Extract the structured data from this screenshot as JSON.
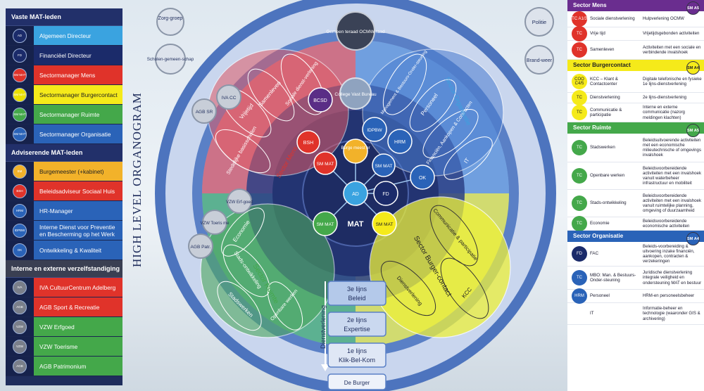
{
  "legend": {
    "sections": [
      {
        "title": "Vaste MAT-leden",
        "rows": [
          {
            "abbr": "AD",
            "label": "Algemeen Directeur",
            "color": "#3aa3e0",
            "ico": "#1b2b6a"
          },
          {
            "abbr": "FD",
            "label": "Financiëel Directeur",
            "color": "#1b2b6a",
            "ico": "#1b2b6a"
          },
          {
            "abbr": "SM MAT",
            "label": "Sectormanager Mens",
            "color": "#e0332a",
            "ico": "#e0332a"
          },
          {
            "abbr": "SM MAT",
            "label": "Sectormanager Burgercontact",
            "color": "#f5ea1a",
            "ico": "#e9e000"
          },
          {
            "abbr": "SM MAT",
            "label": "Sectormanager Ruimte",
            "color": "#44a84a",
            "ico": "#44a84a"
          },
          {
            "abbr": "SM MAT",
            "label": "Sectormanager Organisatie",
            "color": "#2a63b8",
            "ico": "#2a63b8"
          }
        ]
      },
      {
        "title": "Adviserende MAT-leden",
        "rows": [
          {
            "abbr": "BM",
            "label": "Burgemeester (+kabinet)",
            "color": "#f2b22a",
            "ico": "#f2b22a"
          },
          {
            "abbr": "BSH",
            "label": "Beleidsadviseur Sociaal Huis",
            "color": "#e0332a",
            "ico": "#e0332a"
          },
          {
            "abbr": "HRM",
            "label": "HR-Manager",
            "color": "#2a63b8",
            "ico": "#2a63b8"
          },
          {
            "abbr": "IDPBW",
            "label": "Interne Dienst voor Preventie en Bescherming op het Werk",
            "color": "#2a63b8",
            "ico": "#2a63b8"
          },
          {
            "abbr": "OK",
            "label": "Ontwikkeling & Kwaliteit",
            "color": "#2a63b8",
            "ico": "#2a63b8"
          }
        ]
      },
      {
        "title": "Interne en externe verzelfstandiging",
        "rows": [
          {
            "abbr": "IVA",
            "label": "IVA CultuurCentrum Adelberg",
            "color": "#e0332a",
            "ico": "#7a7f8a"
          },
          {
            "abbr": "AGB",
            "label": "AGB Sport & Recreatie",
            "color": "#e0332a",
            "ico": "#7a7f8a"
          },
          {
            "abbr": "VZW",
            "label": "VZW Erfgoed",
            "color": "#44a84a",
            "ico": "#7a7f8a"
          },
          {
            "abbr": "VZW",
            "label": "VZW Toerisme",
            "color": "#44a84a",
            "ico": "#7a7f8a"
          },
          {
            "abbr": "AGB",
            "label": "AGB Patrimonium",
            "color": "#44a84a",
            "ico": "#7a7f8a"
          }
        ]
      }
    ]
  },
  "diagram": {
    "title": "HIGH LEVEL ORGANOGRAM",
    "top_bubbles": {
      "zorggroep": "Zorg-groep",
      "scholen": "Scholen-gemeen-schap",
      "politie": "Politie",
      "brandweer": "Brand-weer",
      "gemeenteraad": "Gemeen teraad OCMW-raad",
      "college": "College Vast Bureau"
    },
    "side_bubbles": {
      "iva": "IVA CC",
      "agb_sr": "AGB SR",
      "vzw_erfgoed": "VZW Erf-goed",
      "vzw_toerisme": "VZW Toeris me",
      "agb_patr": "AGB Patr."
    },
    "core": {
      "ad": "AD",
      "fd": "FD",
      "mat": "MAT",
      "bsh": "BSH",
      "bcsd": "BCSD",
      "idpbw": "IDPBW",
      "hrm": "HRM",
      "ok": "OK",
      "burgemeester": "Burge meest er",
      "sm_mens": "SM MAT",
      "sm_org": "SM MAT",
      "sm_ruimte": "SM MAT",
      "sm_burger": "SM MAT"
    },
    "sector_labels": {
      "mens": "Sector Mens",
      "organisatie": "Sector Organisatie",
      "ruimte": "Sector Ruimte",
      "burger": "Sector Burger-contact",
      "sociale_dienstverlening": "Sociale dienst-verlening",
      "samenleven": "Samenleven",
      "vrije_tijd": "Vrijetijd",
      "stedelijke_basisscholen": "Stedelijke basisscholen",
      "management": "Management & Bestuurs-Onder-steuning",
      "personeel": "Personeel",
      "financien": "Financiën, Aankopen & Contracten",
      "it": "IT",
      "economie": "Economie",
      "stadsontwikkeling": "Stads-ontwikkeling",
      "stadswerken": "Stadswerken",
      "openbare_werken": "Openbare werken",
      "communicatie": "Communicatie & participatie",
      "dienstverlening": "Dienstverlening",
      "kcc": "KCC"
    },
    "lines": {
      "first": "1e lijns",
      "first2": "Klik-Bel-Kom",
      "second": "2e lijns",
      "second2": "Expertise",
      "third": "3e lijns",
      "third2": "Beleid",
      "arrow": "Dienstverlening",
      "bottom": "De Burger"
    }
  },
  "right_table": {
    "sections": [
      {
        "title": "Sector Mens",
        "tag": "SM A5",
        "color": "#6a2d8f",
        "rows": [
          {
            "badge": "TC A1/3",
            "badge_color": "#e0332a",
            "name": "Sociale dienstverlening",
            "desc": "Hulpverlening OCMW"
          },
          {
            "badge": "TC",
            "badge_color": "#e0332a",
            "name": "Vrije tijd",
            "desc": "Vrijetijdsgebonden activiteiten"
          },
          {
            "badge": "TC",
            "badge_color": "#e0332a",
            "name": "Samenleven",
            "desc": "Activiteiten met een sociale en verbindende invalshoek"
          }
        ]
      },
      {
        "title": "Sector Burgercontact",
        "tag": "SM A4",
        "color": "#f5ea1a",
        "rows": [
          {
            "badge": "COO C4/5",
            "badge_color": "#f5ea1a",
            "name": "KCC – Klant & Contactcenter",
            "desc": "Digitale telefonische en fysieke 1e lijns-dienstverlening"
          },
          {
            "badge": "TC",
            "badge_color": "#f5ea1a",
            "name": "Dienstverlening",
            "desc": "2e lijns-dienstverlening"
          },
          {
            "badge": "TC",
            "badge_color": "#f5ea1a",
            "name": "Communicatie & participatie",
            "desc": "Interne en externe communicatie (nazorg meldingen klachten)"
          }
        ]
      },
      {
        "title": "Sector Ruimte",
        "tag": "SM A5",
        "color": "#44a84a",
        "rows": [
          {
            "badge": "TC",
            "badge_color": "#44a84a",
            "name": "Stadswerken",
            "desc": "Beleidsuitvoerende activiteiten met een economische milieutechnische of omgevings invalshoek"
          },
          {
            "badge": "TC",
            "badge_color": "#44a84a",
            "name": "Openbare werken",
            "desc": "Beleidsvoorbereidende activiteiten met een invalshoek vanuit waterbeheer infrastructuur en mobiliteit"
          },
          {
            "badge": "TC",
            "badge_color": "#44a84a",
            "name": "Stads-ontwikkeling",
            "desc": "Beleidsvoorbereidende activiteiten met een invalshoek vanuit ruimtelijke planning, omgeving of duurzaamheid"
          },
          {
            "badge": "TC",
            "badge_color": "#44a84a",
            "name": "Economie",
            "desc": "Beleidsvoorbereidende economische activiteiten"
          }
        ]
      },
      {
        "title": "Sector Organisatie",
        "tag": "SM A4",
        "color": "#2a63b8",
        "rows": [
          {
            "badge": "FD",
            "badge_color": "#1b2b6a",
            "name": "FAC",
            "desc": "Beleids-voorbereiding & uitvoering inzake financiën, aankopen, contracten & verzekeringen"
          },
          {
            "badge": "TC",
            "badge_color": "#2a63b8",
            "name": "MBO: Man. & Bestuurs-Onder-steuning",
            "desc": "Juridische dienstverlening integrale veiligheid en ondersteuning MAT en bestuur"
          },
          {
            "badge": "HRM",
            "badge_color": "#2a63b8",
            "name": "Personeel",
            "desc": "HRM-en personeelsbeheer"
          },
          {
            "badge": "",
            "badge_color": "#ffffff",
            "name": "IT",
            "desc": "Informatie-beheer en technologie (waaronder GIS & archivering)"
          }
        ]
      }
    ]
  }
}
